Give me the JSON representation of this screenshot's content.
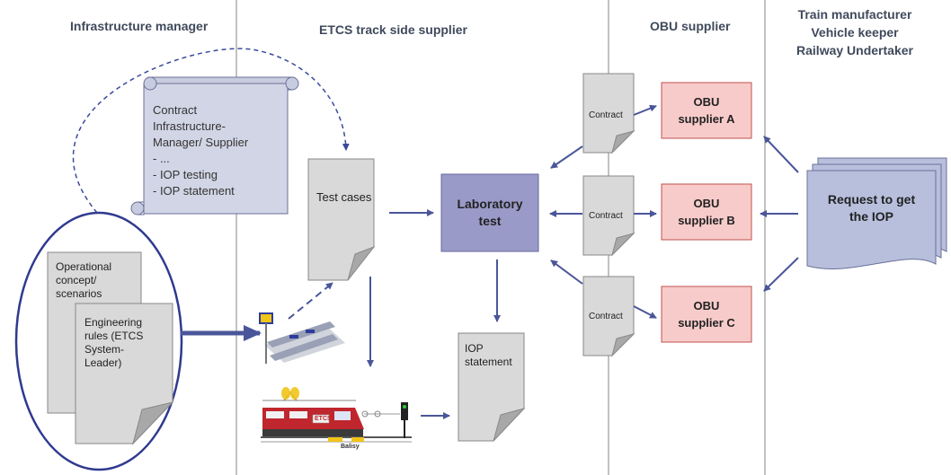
{
  "columns": {
    "infrastructure": "Infrastructure manager",
    "etcs_supplier": "ETCS track side supplier",
    "obu_supplier": "OBU supplier",
    "train_line1": "Train manufacturer",
    "train_line2": "Vehicle keeper",
    "train_line3": "Railway Undertaker"
  },
  "contract_scroll": {
    "lines": [
      "Contract",
      "Infrastructure-",
      "Manager/ Supplier",
      "- ...",
      "- IOP testing",
      "- IOP statement"
    ]
  },
  "documents": {
    "operational": [
      "Operational",
      "concept/",
      "scenarios"
    ],
    "engineering": [
      "Engineering",
      "rules (ETCS",
      "System-",
      "Leader)"
    ],
    "test_cases": "Test cases",
    "iop_statement": [
      "IOP",
      "statement"
    ],
    "contract_label": "Contract"
  },
  "boxes": {
    "laboratory": [
      "Laboratory",
      "test"
    ],
    "obu_a": [
      "OBU",
      "supplier A"
    ],
    "obu_b": [
      "OBU",
      "supplier B"
    ],
    "obu_c": [
      "OBU",
      "supplier C"
    ],
    "request": [
      "Request to get",
      "the IOP"
    ]
  },
  "train": {
    "body_label": "ETCS",
    "balise_label": "Balisy"
  },
  "colors": {
    "arrow": "#4a5699",
    "doc_fill": "#d9d9d9",
    "pink_fill": "#f8cbcb",
    "pink_border": "#c0504d",
    "lab_fill": "#9a9ac8",
    "request_fill": "#b8bfdd",
    "scroll_fill": "#d2d5e5",
    "ellipse": "#2f3a8f"
  }
}
